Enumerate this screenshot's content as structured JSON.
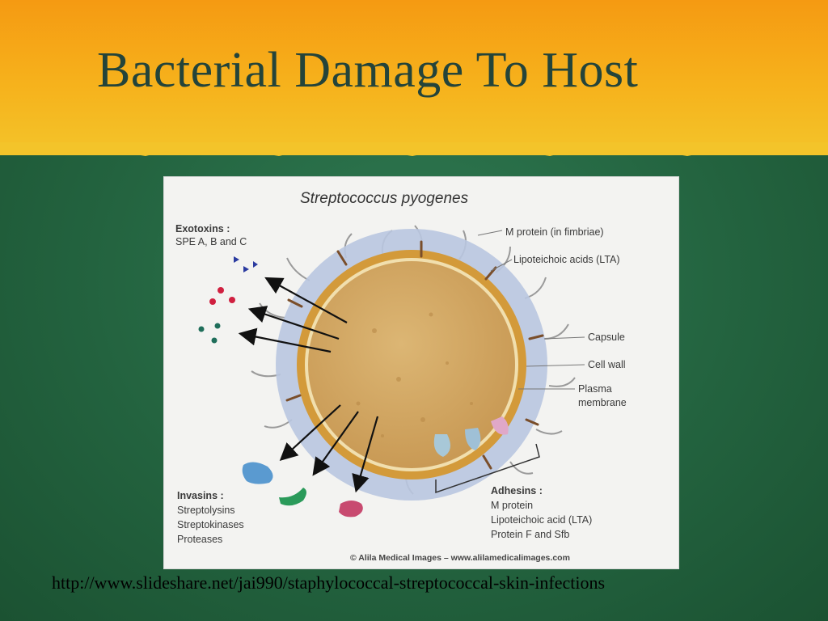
{
  "slide": {
    "title": "Bacterial Damage To Host",
    "source_url": "http://www.slideshare.net/jai990/staphylococcal-streptococcal-skin-infections"
  },
  "figure": {
    "heading": "Streptococcus pyogenes",
    "exotoxins": {
      "title": "Exotoxins :",
      "items": [
        "SPE A, B and C"
      ]
    },
    "invasins": {
      "title": "Invasins :",
      "items": [
        "Streptolysins",
        "Streptokinases",
        "Proteases"
      ]
    },
    "adhesins": {
      "title": "Adhesins :",
      "items": [
        "M protein",
        "Lipoteichoic acid (LTA)",
        "Protein F and Sfb"
      ]
    },
    "structure_labels": {
      "m_protein": "M protein (in fimbriae)",
      "lta": "Lipoteichoic acids (LTA)",
      "capsule": "Capsule",
      "cell_wall": "Cell wall",
      "plasma_membrane": [
        "Plasma",
        "membrane"
      ]
    },
    "credit": "© Alila Medical Images  –  www.alilamedicalimages.com"
  },
  "colors": {
    "header_orange": "#f6b21c",
    "background_green": "#23633f",
    "title_text": "#24443a",
    "capsule": "#b9c6e0",
    "cell_wall": "#d39a3a",
    "cytoplasm": "#d8b06a"
  }
}
